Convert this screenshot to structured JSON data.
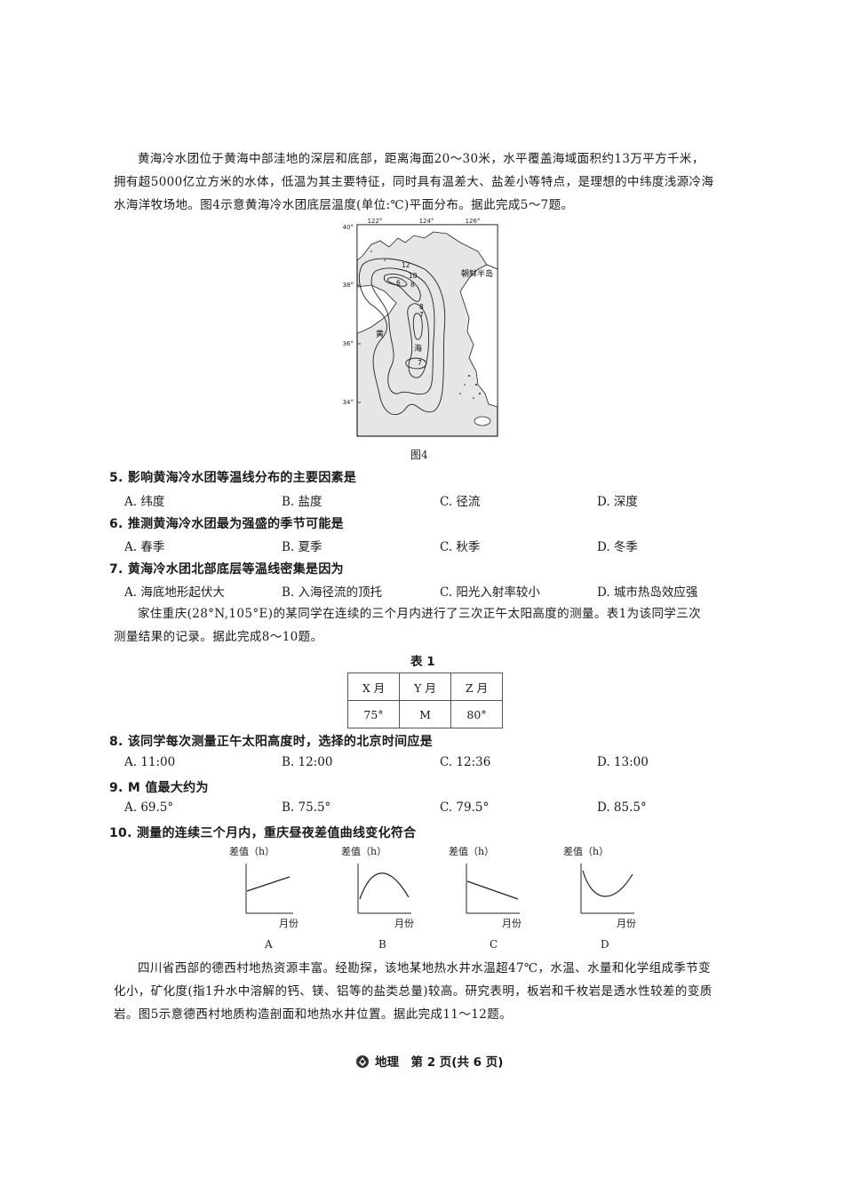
{
  "intro1": {
    "lines": [
      "黄海冷水团位于黄海中部洼地的深层和底部，距离海面20～30米，水平覆盖海域面积约13万平方千米，",
      "拥有超5000亿立方米的水体，低温为其主要特征，同时具有温差大、盐差小等特点，是理想的中纬度浅源冷海",
      "水海洋牧场地。图4示意黄海冷水团底层温度(单位:℃)平面分布。据此完成5～7题。"
    ]
  },
  "figure4": {
    "caption": "图4",
    "lon_labels": [
      "122°",
      "124°",
      "126°"
    ],
    "lat_labels": [
      "40°",
      "38°",
      "36°",
      "34°"
    ],
    "region_label": "朝鲜半岛",
    "sea_labels": [
      "黄",
      "海"
    ],
    "isotherm_labels": [
      "12",
      "10",
      "8",
      "6",
      "8",
      "7",
      "7"
    ]
  },
  "q5": {
    "stem": "5. 影响黄海冷水团等温线分布的主要因素是",
    "options": [
      "A. 纬度",
      "B. 盐度",
      "C. 径流",
      "D. 深度"
    ]
  },
  "q6": {
    "stem": "6. 推测黄海冷水团最为强盛的季节可能是",
    "options": [
      "A. 春季",
      "B. 夏季",
      "C. 秋季",
      "D. 冬季"
    ]
  },
  "q7": {
    "stem": "7. 黄海冷水团北部底层等温线密集是因为",
    "options": [
      "A. 海底地形起伏大",
      "B. 入海径流的顶托",
      "C. 阳光入射率较小",
      "D. 城市热岛效应强"
    ]
  },
  "intro2": {
    "lines": [
      "家住重庆(28°N,105°E)的某同学在连续的三个月内进行了三次正午太阳高度的测量。表1为该同学三次",
      "测量结果的记录。据此完成8～10题。"
    ]
  },
  "table1": {
    "title": "表 1",
    "headers": [
      "X 月",
      "Y 月",
      "Z 月"
    ],
    "values": [
      "75°",
      "M",
      "80°"
    ]
  },
  "q8": {
    "stem": "8. 该同学每次测量正午太阳高度时，选择的北京时间应是",
    "options": [
      "A. 11:00",
      "B. 12:00",
      "C. 12:36",
      "D. 13:00"
    ]
  },
  "q9": {
    "stem": "9. M 值最大约为",
    "options": [
      "A. 69.5°",
      "B. 75.5°",
      "C. 79.5°",
      "D. 85.5°"
    ]
  },
  "q10": {
    "stem": "10. 测量的连续三个月内，重庆昼夜差值曲线变化符合",
    "graphs": [
      {
        "ylabel": "差值（h）",
        "xlabel": "月份",
        "letter": "A",
        "shape": "rising-line"
      },
      {
        "ylabel": "差值（h）",
        "xlabel": "月份",
        "letter": "B",
        "shape": "arch"
      },
      {
        "ylabel": "差值（h）",
        "xlabel": "月份",
        "letter": "C",
        "shape": "falling-line"
      },
      {
        "ylabel": "差值（h）",
        "xlabel": "月份",
        "letter": "D",
        "shape": "valley"
      }
    ]
  },
  "intro3": {
    "lines": [
      "四川省西部的德西村地热资源丰富。经勘探，该地某地热水井水温超47℃，水温、水量和化学组成季节变",
      "化小，矿化度(指1升水中溶解的钙、镁、铝等的盐类总量)较高。研究表明，板岩和千枚岩是透水性较差的变质",
      "岩。图5示意德西村地质构造剖面和地热水井位置。据此完成11～12题。"
    ]
  },
  "footer": {
    "text": "地理　第 2 页(共 6 页)"
  }
}
